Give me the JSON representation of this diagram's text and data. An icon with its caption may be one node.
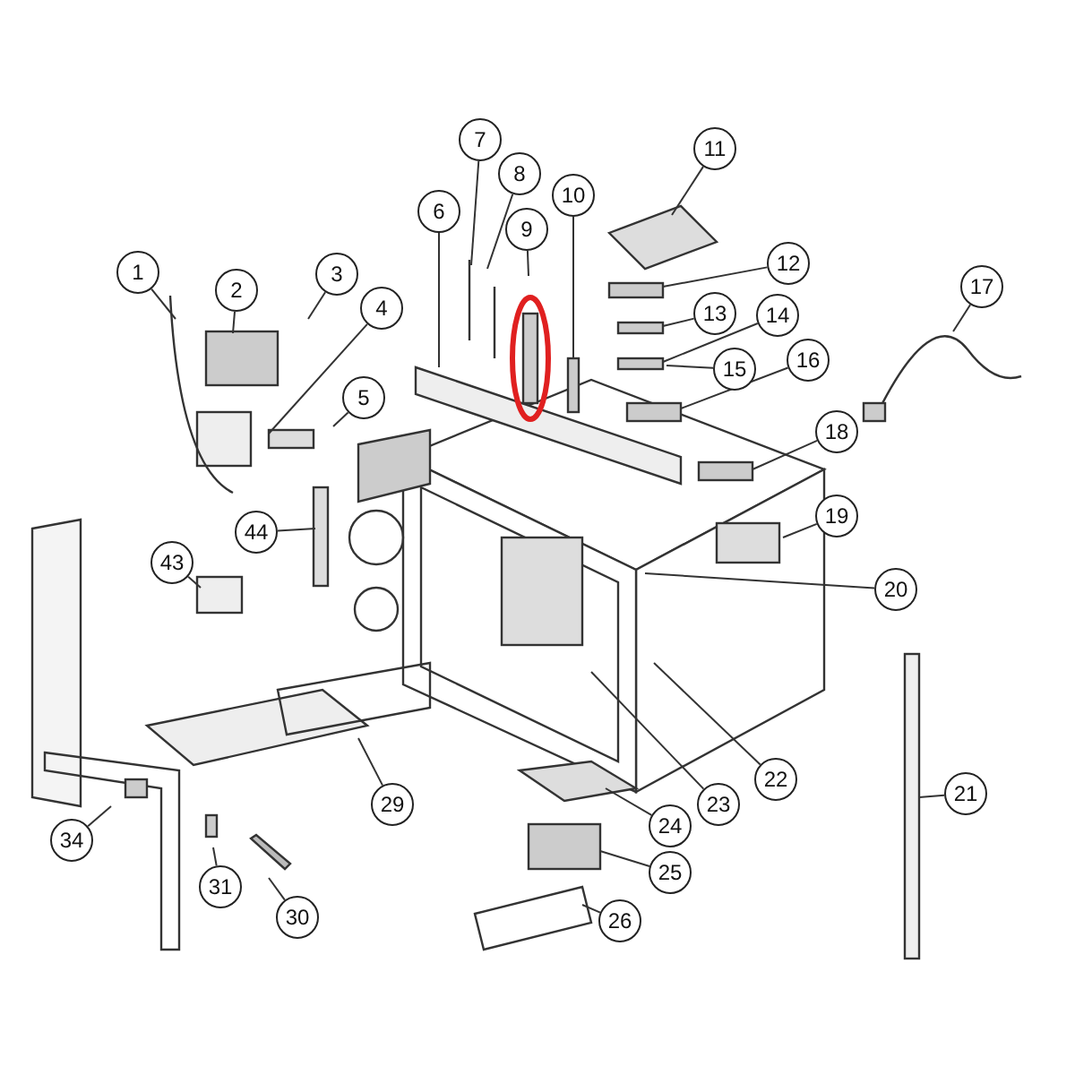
{
  "diagram": {
    "nodes": [
      {
        "text": [
          "1"
        ]
      },
      {
        "text": [
          "2"
        ]
      },
      {
        "text": [
          "3"
        ]
      },
      {
        "text": [
          "4"
        ]
      },
      {
        "text": [
          "5"
        ]
      },
      {
        "text": [
          "6"
        ]
      },
      {
        "text": [
          "7"
        ]
      },
      {
        "text": [
          "8"
        ]
      },
      {
        "text": [
          "9"
        ]
      },
      {
        "text": [
          "10"
        ]
      },
      {
        "text": [
          "11"
        ]
      },
      {
        "text": [
          "12"
        ]
      },
      {
        "text": [
          "13"
        ]
      },
      {
        "text": [
          "14"
        ]
      },
      {
        "text": [
          "15"
        ]
      },
      {
        "text": [
          "16"
        ]
      },
      {
        "text": [
          "17"
        ]
      },
      {
        "text": [
          "18"
        ]
      },
      {
        "text": [
          "19"
        ]
      },
      {
        "text": [
          "20"
        ]
      },
      {
        "text": [
          "21"
        ]
      },
      {
        "text": [
          "22"
        ]
      },
      {
        "text": [
          "23"
        ]
      },
      {
        "text": [
          "24"
        ]
      },
      {
        "text": [
          "25"
        ]
      },
      {
        "text": [
          "26"
        ]
      },
      {
        "text": [
          "29"
        ]
      },
      {
        "text": [
          "30"
        ]
      },
      {
        "text": [
          "31"
        ]
      },
      {
        "text": [
          "34"
        ]
      },
      {
        "text": [
          "43"
        ]
      },
      {
        "text": [
          "44"
        ]
      }
    ],
    "edges": [
      {
        "from": 0,
        "to": null,
        "arrow": "none"
      },
      {
        "from": 1,
        "to": null,
        "arrow": "none"
      },
      {
        "from": 2,
        "to": null,
        "arrow": "none"
      },
      {
        "from": 3,
        "to": null,
        "arrow": "none"
      },
      {
        "from": 4,
        "to": null,
        "arrow": "none"
      },
      {
        "from": 5,
        "to": null,
        "arrow": "none"
      },
      {
        "from": 6,
        "to": null,
        "arrow": "none"
      },
      {
        "from": 7,
        "to": null,
        "arrow": "none"
      },
      {
        "from": 8,
        "to": null,
        "arrow": "none"
      },
      {
        "from": 9,
        "to": null,
        "arrow": "none"
      },
      {
        "from": 10,
        "to": null,
        "arrow": "none"
      },
      {
        "from": 11,
        "to": null,
        "arrow": "none"
      },
      {
        "from": 12,
        "to": null,
        "arrow": "none"
      },
      {
        "from": 13,
        "to": null,
        "arrow": "none"
      },
      {
        "from": 14,
        "to": null,
        "arrow": "none"
      },
      {
        "from": 15,
        "to": null,
        "arrow": "none"
      },
      {
        "from": 16,
        "to": null,
        "arrow": "none"
      },
      {
        "from": 17,
        "to": null,
        "arrow": "none"
      },
      {
        "from": 18,
        "to": null,
        "arrow": "none"
      },
      {
        "from": 19,
        "to": null,
        "arrow": "none"
      },
      {
        "from": 20,
        "to": null,
        "arrow": "none"
      },
      {
        "from": 21,
        "to": null,
        "arrow": "none"
      },
      {
        "from": 22,
        "to": null,
        "arrow": "none"
      },
      {
        "from": 23,
        "to": null,
        "arrow": "none"
      },
      {
        "from": 24,
        "to": null,
        "arrow": "none"
      },
      {
        "from": 25,
        "to": null,
        "arrow": "none"
      },
      {
        "from": 26,
        "to": null,
        "arrow": "none"
      },
      {
        "from": 27,
        "to": null,
        "arrow": "none"
      },
      {
        "from": 28,
        "to": null,
        "arrow": "none"
      },
      {
        "from": 29,
        "to": null,
        "arrow": "none"
      },
      {
        "from": 30,
        "to": null,
        "arrow": "none"
      },
      {
        "from": 31,
        "to": null,
        "arrow": "none"
      }
    ]
  }
}
